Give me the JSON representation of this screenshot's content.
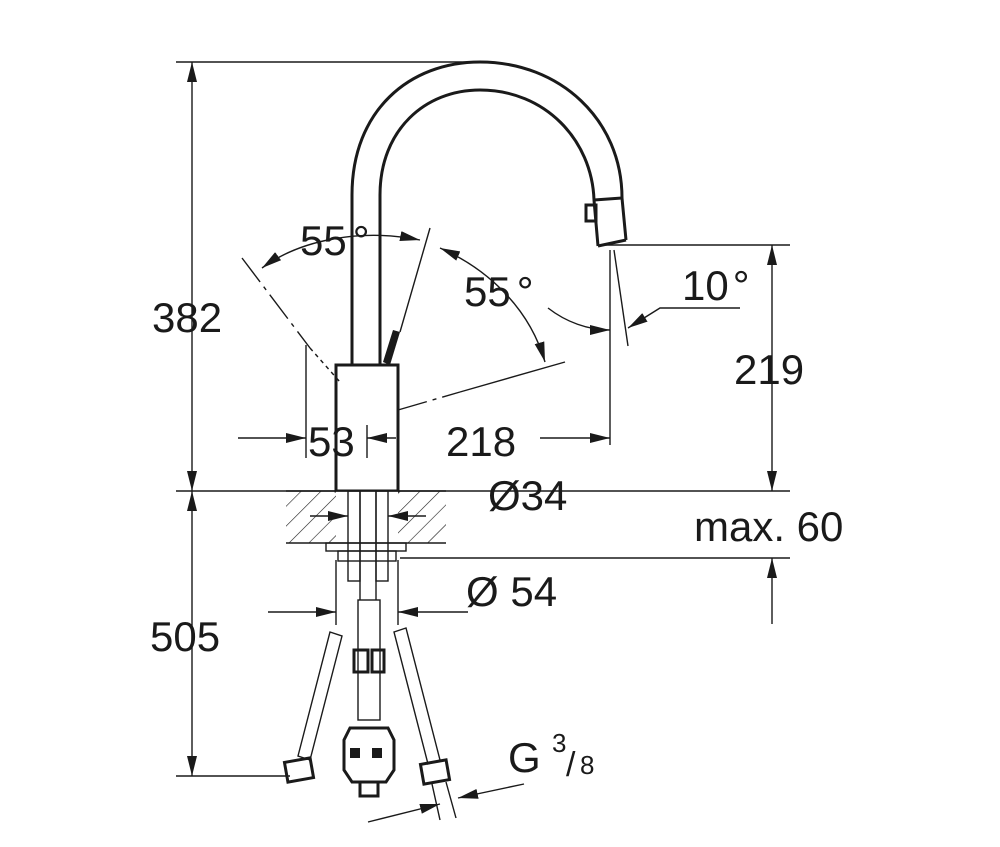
{
  "dimensions": {
    "height_total": "382",
    "below_deck": "505",
    "angle_left": "55",
    "angle_right": "55",
    "angle_spout": "10",
    "degree_symbol": "°",
    "spout_height": "219",
    "swivel_offset": "53",
    "reach": "218",
    "hole_diameter": "Ø34",
    "deck_thickness": "max. 60",
    "base_diameter": "Ø 54",
    "thread": "G",
    "thread_num": "3",
    "thread_slash": "/",
    "thread_den": "8"
  }
}
